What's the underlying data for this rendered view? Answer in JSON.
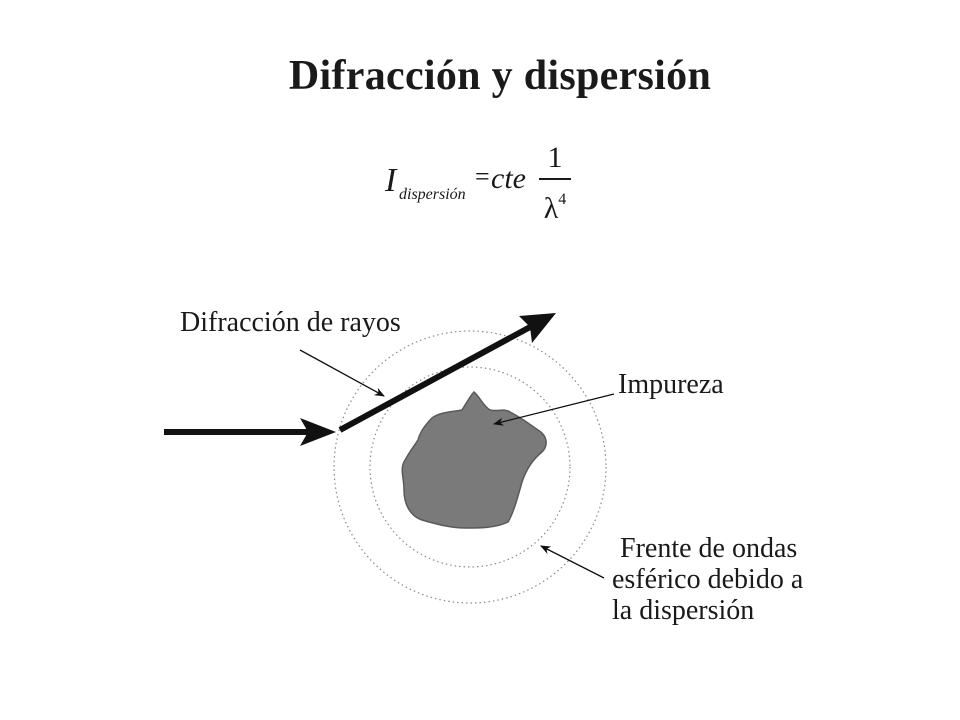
{
  "title": "Difracción y dispersión",
  "formula": {
    "intensity_symbol": "I",
    "subscript": "dispersión",
    "equals": "=",
    "constant": "cte",
    "numerator": "1",
    "denominator_symbol": "λ",
    "denominator_exponent": "4"
  },
  "diagram": {
    "labels": {
      "diffraction": "Difracción de rayos",
      "impurity": "Impureza",
      "wavefront_line1": "Frente de ondas",
      "wavefront_line2": "esférico debido a",
      "wavefront_line3": "la dispersión"
    },
    "colors": {
      "ink": "#111111",
      "impurity_fill": "#7a7a7a",
      "wavefront": "#8a8a8a"
    }
  }
}
